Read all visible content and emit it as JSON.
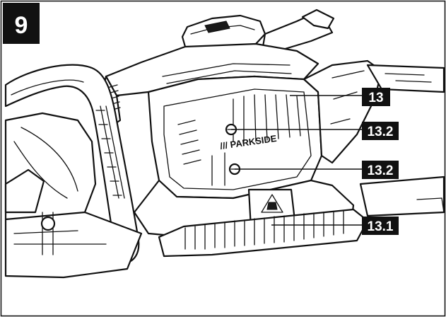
{
  "figure": {
    "number": "9",
    "brand_text": "/// PARKSIDE",
    "warning_icon": "hand-warning-icon",
    "callouts": [
      {
        "id": "c13",
        "label": "13"
      },
      {
        "id": "c13_2a",
        "label": "13.2"
      },
      {
        "id": "c13_2b",
        "label": "13.2"
      },
      {
        "id": "c13_1",
        "label": "13.1"
      }
    ]
  }
}
